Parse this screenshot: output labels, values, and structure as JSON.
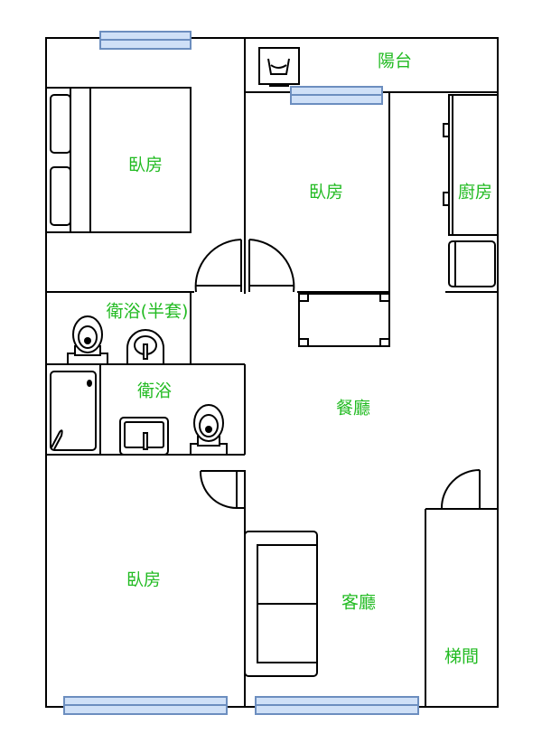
{
  "rooms": {
    "bedroom_master": "臥房",
    "bedroom_middle": "臥房",
    "kitchen": "廚房",
    "balcony": "陽台",
    "half_bath": "衛浴(半套)",
    "bath": "衛浴",
    "dining": "餐廳",
    "bedroom_lower": "臥房",
    "living": "客廳",
    "stairwell": "梯間"
  },
  "colors": {
    "label": "#22bb22",
    "window_fill": "#cfe0f7",
    "window_stroke": "#6c8ebf",
    "wall": "#000000"
  }
}
